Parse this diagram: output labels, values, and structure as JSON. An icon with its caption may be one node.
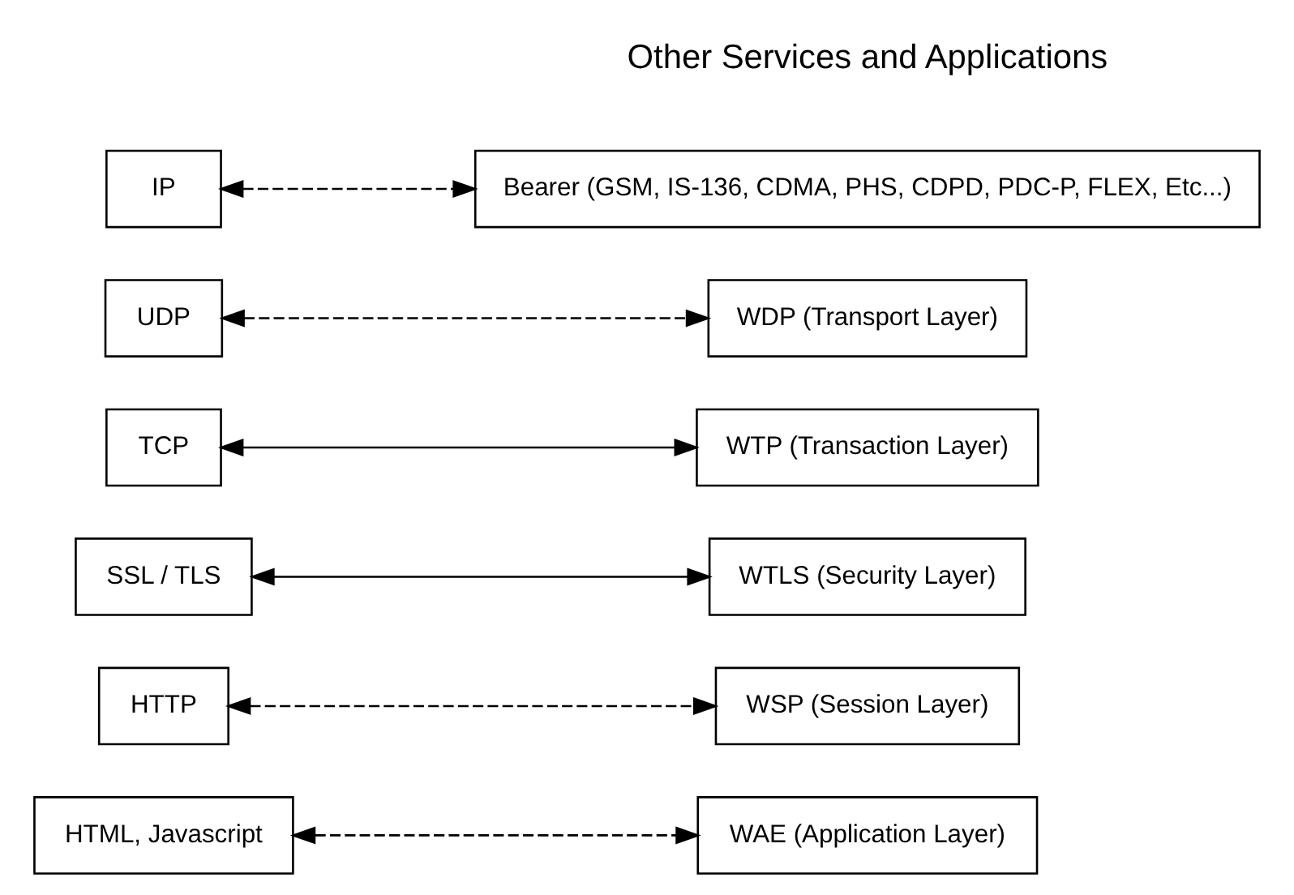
{
  "diagram": {
    "nodes": [
      {
        "text": [
          "HTML, Javascript"
        ]
      },
      {
        "text": [
          "HTTP"
        ]
      },
      {
        "text": [
          "SSL / TLS"
        ]
      },
      {
        "text": [
          "TCP"
        ]
      },
      {
        "text": [
          "UDP"
        ]
      },
      {
        "text": [
          "IP"
        ]
      },
      {
        "text": [
          "WAE (Application Layer)"
        ]
      },
      {
        "text": [
          "WSP (Session Layer)"
        ]
      },
      {
        "text": [
          "WTP (Transaction Layer)"
        ]
      },
      {
        "text": [
          "WTLS (Security Layer)"
        ]
      },
      {
        "text": [
          "WDP (Transport Layer)"
        ]
      },
      {
        "text": [
          "Bearer (GSM, IS-136, CDMA, PHS, CDPD, PDC-P, FLEX, Etc...)"
        ]
      },
      {
        "text": [
          "Other Services and Applications"
        ]
      }
    ],
    "edges": [
      {
        "from": 0,
        "to": 6,
        "arrow": "both",
        "style": "dashed"
      },
      {
        "from": 1,
        "to": 7,
        "arrow": "both",
        "style": "dashed"
      },
      {
        "from": 2,
        "to": 9,
        "arrow": "both"
      },
      {
        "from": 3,
        "to": 8,
        "arrow": "both"
      },
      {
        "from": 4,
        "to": 10,
        "arrow": "both",
        "style": "dashed"
      },
      {
        "from": 5,
        "to": 11,
        "arrow": "both",
        "style": "dashed"
      }
    ]
  }
}
